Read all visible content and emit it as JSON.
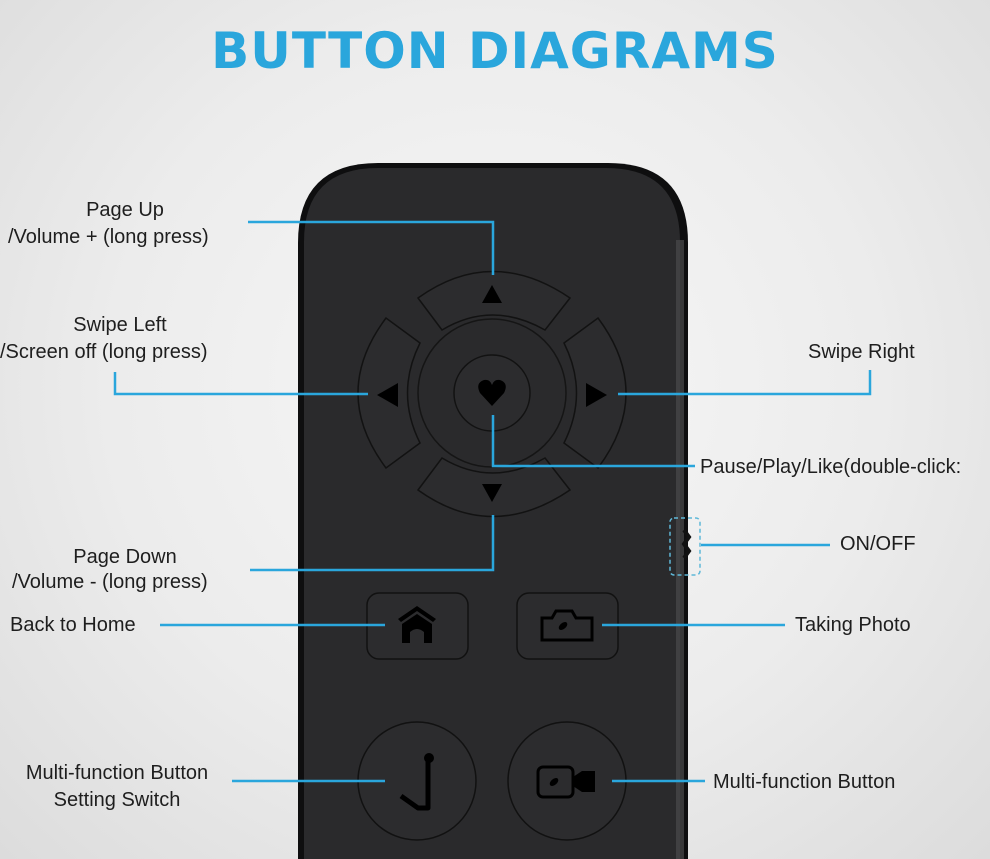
{
  "title": "BUTTON DIAGRAMS",
  "accent_color": "#2aa6dc",
  "labels": {
    "page_up": [
      "Page Up",
      "/Volume + (long press)"
    ],
    "swipe_left": [
      "Swipe Left",
      "/Screen off (long press)"
    ],
    "swipe_right": "Swipe Right",
    "pause_play": "Pause/Play/Like(double-click:",
    "page_down": [
      "Page Down",
      "/Volume - (long press)"
    ],
    "on_off": "ON/OFF",
    "back_home": "Back to Home",
    "taking_photo": "Taking Photo",
    "multi_left": [
      "Multi-function Button",
      "Setting Switch"
    ],
    "multi_right": "Multi-function Button"
  },
  "icons": [
    "up-arrow-icon",
    "left-arrow-icon",
    "right-arrow-icon",
    "down-arrow-icon",
    "heart-icon",
    "home-icon",
    "camera-icon",
    "music-note-icon",
    "video-camera-icon",
    "power-switch-icon"
  ]
}
